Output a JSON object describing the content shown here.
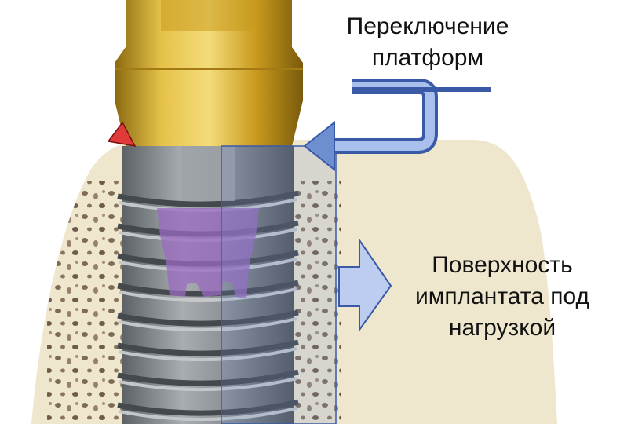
{
  "labels": {
    "platform_switching": [
      "Переключение",
      "платформ"
    ],
    "loaded_surface": [
      "Поверхность",
      "имплантата под",
      "нагрузкой"
    ]
  },
  "colors": {
    "abutment_gold": "#d9a820",
    "implant_gray": "#8c9196",
    "bone": "#eee6cd",
    "bone_pores": "#6b5442",
    "screw_purple": "#9a6ac0",
    "arrow_blue": "#6d8fd0",
    "arrow_outline": "#3a5aa8",
    "marker_red": "#e03a3a"
  },
  "icons": {
    "marker": "red-triangle-marker",
    "platform_arrow": "bent-arrow-left",
    "surface_arrow": "arrow-right"
  }
}
